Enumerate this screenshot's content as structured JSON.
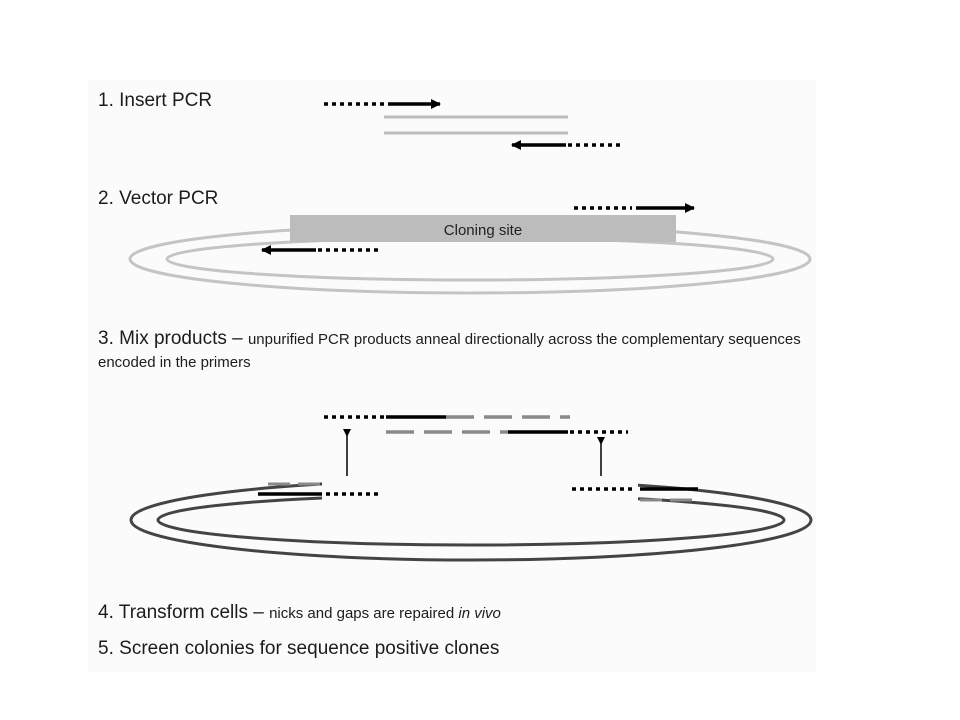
{
  "steps": [
    {
      "num": "1.",
      "title": "Insert PCR"
    },
    {
      "num": "2.",
      "title": "Vector PCR"
    },
    {
      "num": "3.",
      "title": "Mix products",
      "separator": " – ",
      "desc": "unpurified PCR products anneal directionally across the complementary sequences encoded in the primers"
    },
    {
      "num": "4.",
      "title": "Transform cells",
      "separator": " – ",
      "desc_prefix": "nicks and gaps are repaired ",
      "desc_emphasis": "in vivo"
    },
    {
      "num": "5.",
      "title": "Screen colonies for sequence positive clones"
    }
  ],
  "diagram": {
    "cloning_site_label": "Cloning site"
  },
  "colors": {
    "template": "#bdbdbd",
    "primer": "#000000",
    "vector_light": "#bdbdbd",
    "vector_dark": "#444444",
    "cloning_site_fill": "#bcbcbc"
  }
}
